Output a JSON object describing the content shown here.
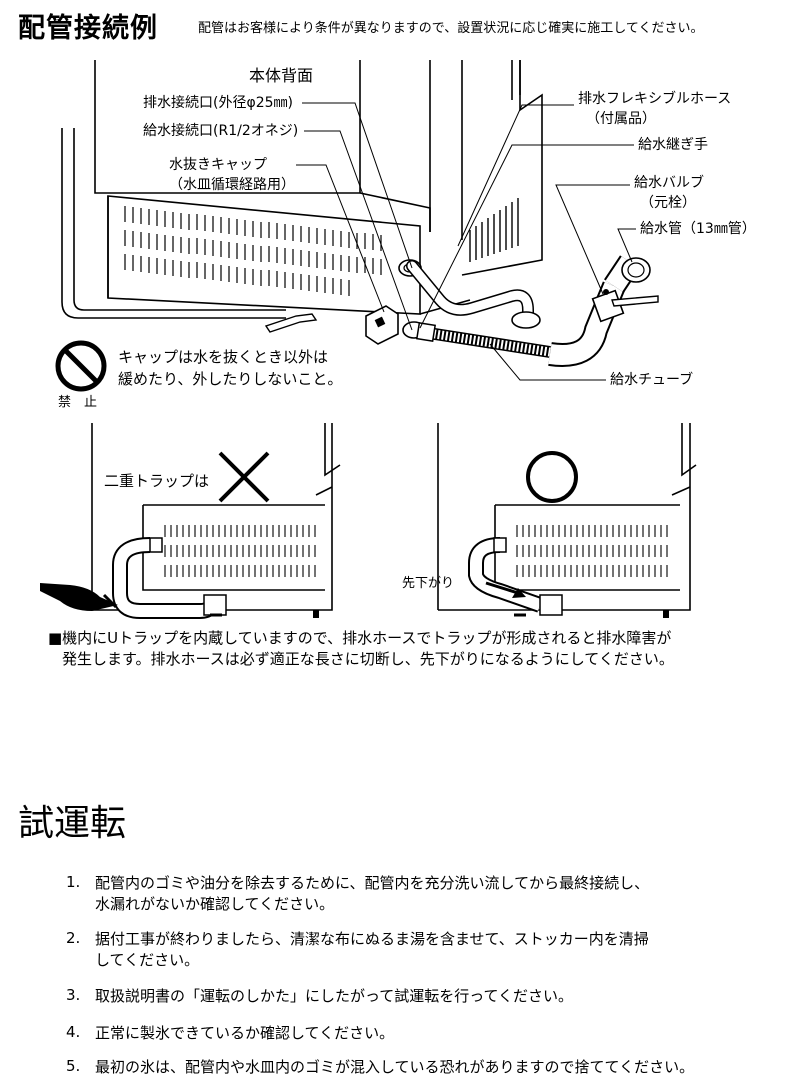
{
  "section1": {
    "title": "配管接続例",
    "note": "配管はお客様により条件が異なりますので、設置状況に応じ確実に施工してください。"
  },
  "diagram": {
    "back_label": "本体背面",
    "labels": {
      "drain_port": "排水接続口(外径φ25㎜)",
      "supply_port": "給水接続口(R1/2オネジ)",
      "drain_cap_1": "水抜きキャップ",
      "drain_cap_2": "（水皿循環経路用）",
      "flex_hose_1": "排水フレキシブルホース",
      "flex_hose_2": "（付属品）",
      "supply_joint": "給水継ぎ手",
      "supply_valve_1": "給水バルブ",
      "supply_valve_2": "（元栓）",
      "supply_pipe": "給水管（13㎜管）",
      "supply_tube": "給水チューブ"
    },
    "prohibition": {
      "line1": "キャップは水を抜くとき以外は",
      "line2": "緩めたり、外したりしないこと。",
      "mark_label": "禁　止"
    },
    "bad_example_label": "二重トラップは",
    "downhill_label": "先下がり"
  },
  "trap_warning": {
    "line1": "■機内にUトラップを内蔵していますので、排水ホースでトラップが形成されると排水障害が",
    "line2": "発生します。排水ホースは必ず適正な長さに切断し、先下がりになるようにしてください。"
  },
  "section2": {
    "title": "試運転",
    "steps": [
      {
        "num": "1.",
        "line1": "配管内のゴミや油分を除去するために、配管内を充分洗い流してから最終接続し、",
        "line2": "水漏れがないか確認してください。"
      },
      {
        "num": "2.",
        "line1": "据付工事が終わりましたら、清潔な布にぬるま湯を含ませて、ストッカー内を清掃",
        "line2": "してください。"
      },
      {
        "num": "3.",
        "line1": "取扱説明書の「運転のしかた」にしたがって試運転を行ってください。",
        "line2": ""
      },
      {
        "num": "4.",
        "line1": "正常に製氷できているか確認してください。",
        "line2": ""
      },
      {
        "num": "5.",
        "line1": "最初の氷は、配管内や水皿内のゴミが混入している恐れがありますので捨ててください。",
        "line2": ""
      }
    ]
  }
}
